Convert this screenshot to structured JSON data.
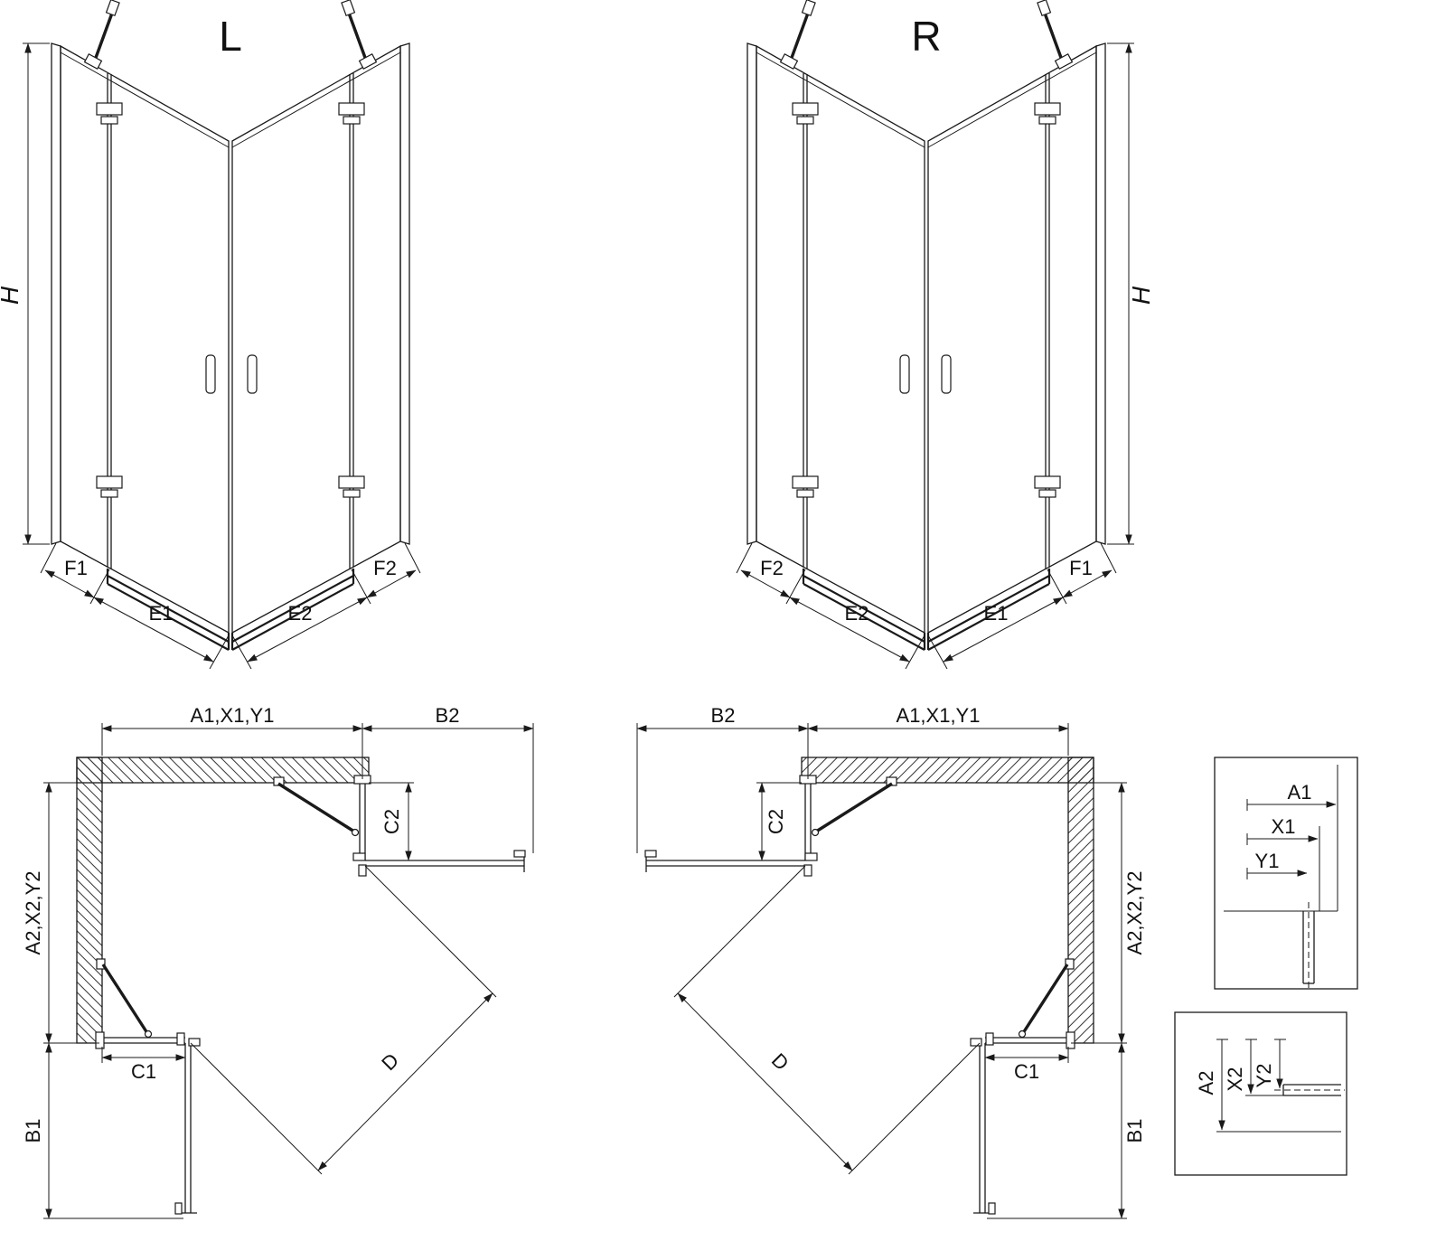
{
  "ink_color": "#1a1a1a",
  "background_color": "#ffffff",
  "perspective_left": {
    "variant": "L",
    "height": "H",
    "fixed_left": "F1",
    "door_left": "E1",
    "door_right": "E2",
    "fixed_right": "F2"
  },
  "perspective_right": {
    "variant": "R",
    "height": "H",
    "fixed_left": "F2",
    "door_left": "E2",
    "door_right": "E1",
    "fixed_right": "F1"
  },
  "plan_left": {
    "width_top": "A1,X1,Y1",
    "door_extension_top": "B2",
    "depth_side": "A2,X2,Y2",
    "fixed_panel_side": "C2",
    "fixed_panel_bottom": "C1",
    "door_extension_bottom": "B1",
    "entry_diagonal": "D"
  },
  "plan_right": {
    "width_top": "A1,X1,Y1",
    "door_extension_top": "B2",
    "depth_side": "A2,X2,Y2",
    "fixed_panel_side": "C2",
    "fixed_panel_bottom": "C1",
    "door_extension_bottom": "B1",
    "entry_diagonal": "D"
  },
  "detail_top": {
    "dim_a": "A1",
    "dim_x": "X1",
    "dim_y": "Y1"
  },
  "detail_bottom": {
    "dim_a": "A2",
    "dim_x": "X2",
    "dim_y": "Y2"
  }
}
